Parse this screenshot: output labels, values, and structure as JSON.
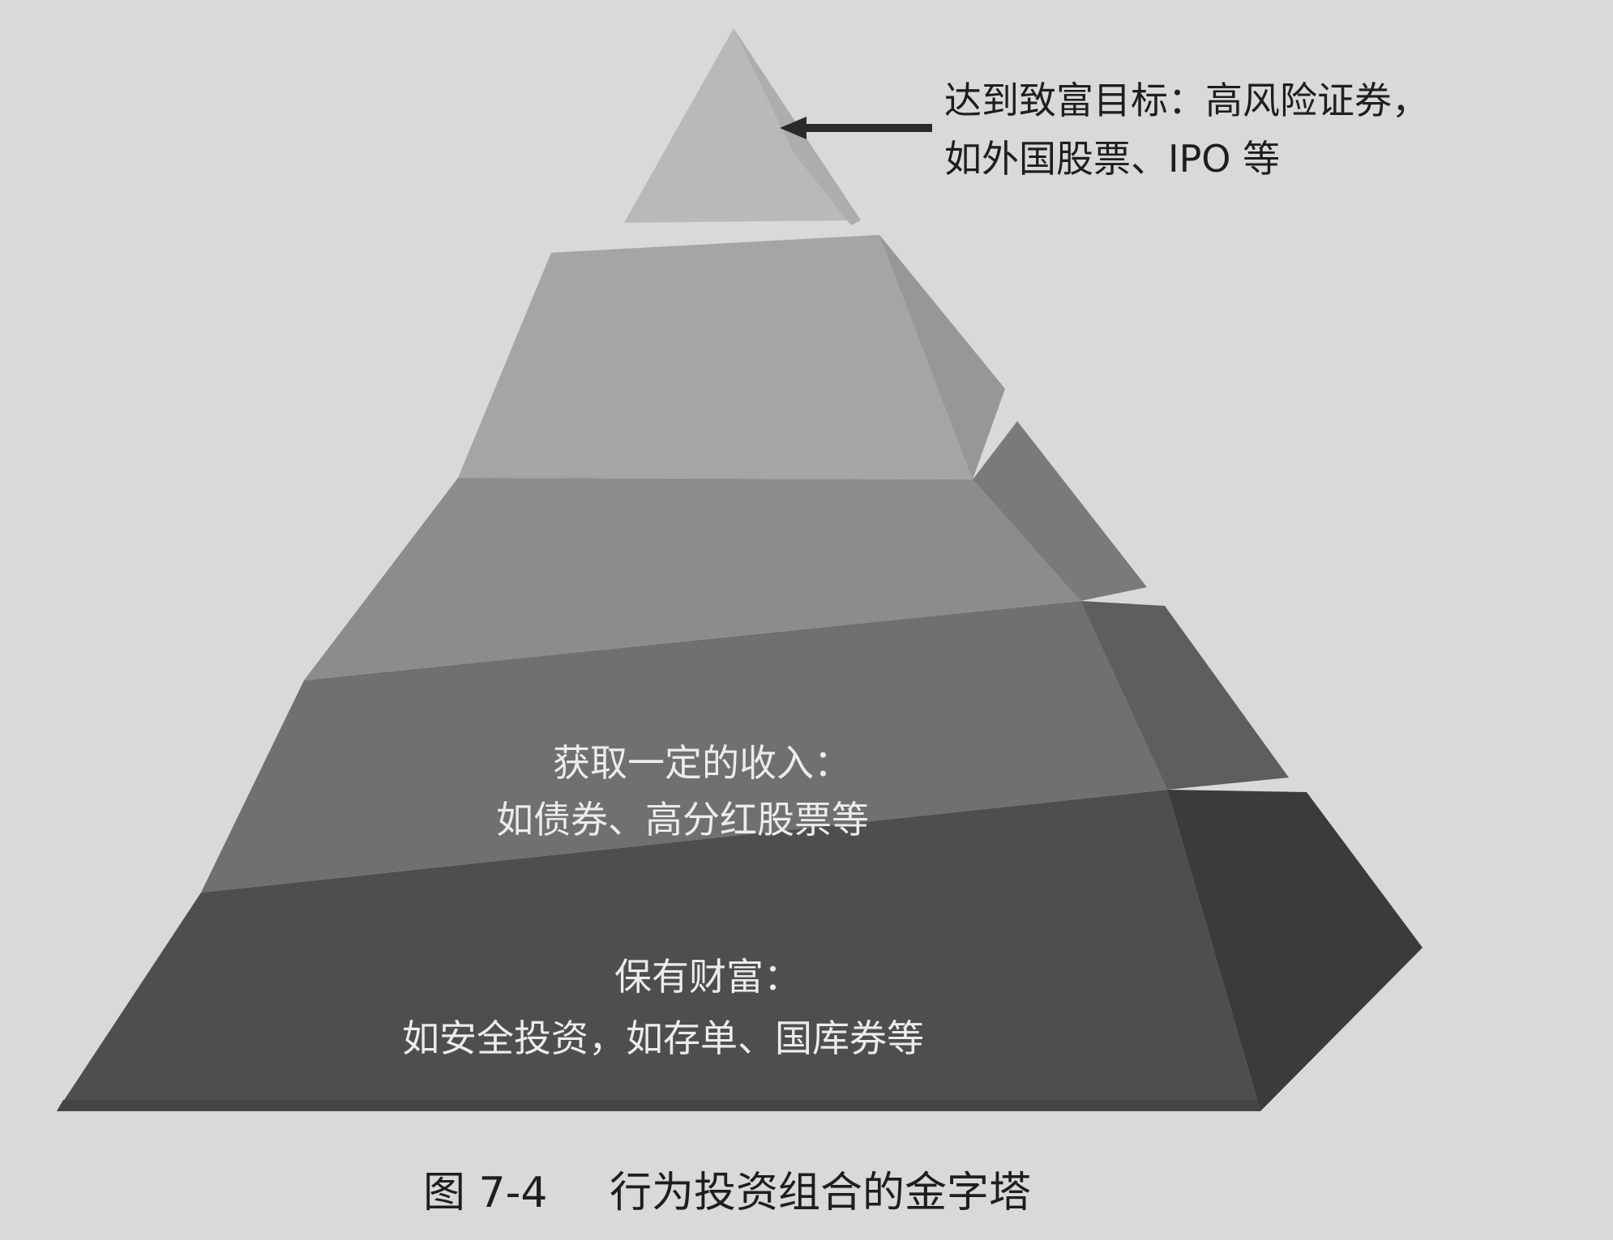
{
  "pyramid": {
    "top_annotation": {
      "line1": "达到致富目标：高风险证券，",
      "line2": "如外国股票、IPO 等"
    },
    "middle_tier": {
      "line1": "获取一定的收入：",
      "line2": "如债券、高分红股票等"
    },
    "bottom_tier": {
      "line1": "保有财富：",
      "line2": "如安全投资，如存单、国库券等"
    }
  },
  "caption": {
    "figure_number": "图 7-4",
    "title": "行为投资组合的金字塔"
  },
  "colors": {
    "background": "#d9d9d7",
    "tier_top": "#b9b9b7",
    "tier_2": "#a5a5a3",
    "tier_3": "#8c8c8a",
    "tier_4": "#707070",
    "tier_bottom": "#4e4e4e",
    "text_on_dark": "#ececec",
    "text_dark": "#1e1e1e"
  }
}
